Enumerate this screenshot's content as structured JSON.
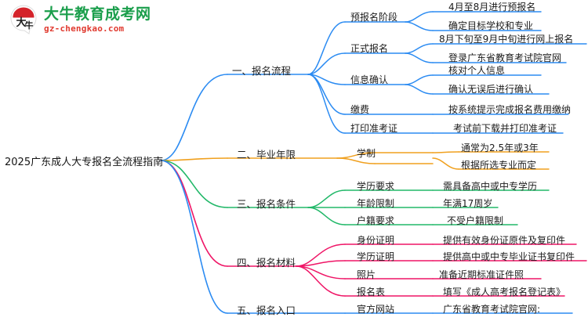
{
  "logo": {
    "mark_name": "daniu-bull-logo-icon",
    "title": "大牛教育成考网",
    "domain": "gz-chengkao.com",
    "title_color": "#1a9e4b",
    "domain_color": "#e03a2f",
    "mark_color": "#d4232a"
  },
  "mindmap": {
    "type": "mindmap",
    "root": "2025广东成人大专报名全流程指南",
    "branches": [
      {
        "label": "一、报名流程",
        "color": "#2b8bf2",
        "children": [
          {
            "label": "预报名阶段",
            "leaves": [
              "4月至8月进行预报名",
              "确定目标学校和专业"
            ]
          },
          {
            "label": "正式报名",
            "leaves": [
              "8月下旬至9月中旬进行网上报名",
              "登录广东省教育考试院官网"
            ]
          },
          {
            "label": "信息确认",
            "leaves": [
              "核对个人信息",
              "确认无误后进行确认"
            ]
          },
          {
            "label": "缴费",
            "leaves": [
              "按系统提示完成报名费用缴纳"
            ]
          },
          {
            "label": "打印准考证",
            "leaves": [
              "考试前下载并打印准考证"
            ]
          }
        ]
      },
      {
        "label": "二、毕业年限",
        "color": "#f0a01e",
        "children": [
          {
            "label": "学制",
            "leaves": [
              "通常为2.5年或3年",
              "根据所选专业而定"
            ]
          }
        ]
      },
      {
        "label": "三、报名条件",
        "color": "#22b869",
        "children": [
          {
            "label": "学历要求",
            "leaves": [
              "需具备高中或中专学历"
            ]
          },
          {
            "label": "年龄限制",
            "leaves": [
              "年满17周岁"
            ]
          },
          {
            "label": "户籍要求",
            "leaves": [
              "不受户籍限制"
            ]
          }
        ]
      },
      {
        "label": "四、报名材料",
        "color": "#ef1566",
        "children": [
          {
            "label": "身份证明",
            "leaves": [
              "提供有效身份证原件及复印件"
            ]
          },
          {
            "label": "学历证明",
            "leaves": [
              "提供高中或中专毕业证书复印件"
            ]
          },
          {
            "label": "照片",
            "leaves": [
              "准备近期标准证件照"
            ]
          },
          {
            "label": "报名表",
            "leaves": [
              "填写《成人高考报名登记表》"
            ]
          }
        ]
      },
      {
        "label": "五、报名入口",
        "color": "#2b8bf2",
        "children": [
          {
            "label": "官方网站",
            "leaves": [
              "广东省教育考试院官网:"
            ]
          }
        ]
      }
    ]
  }
}
